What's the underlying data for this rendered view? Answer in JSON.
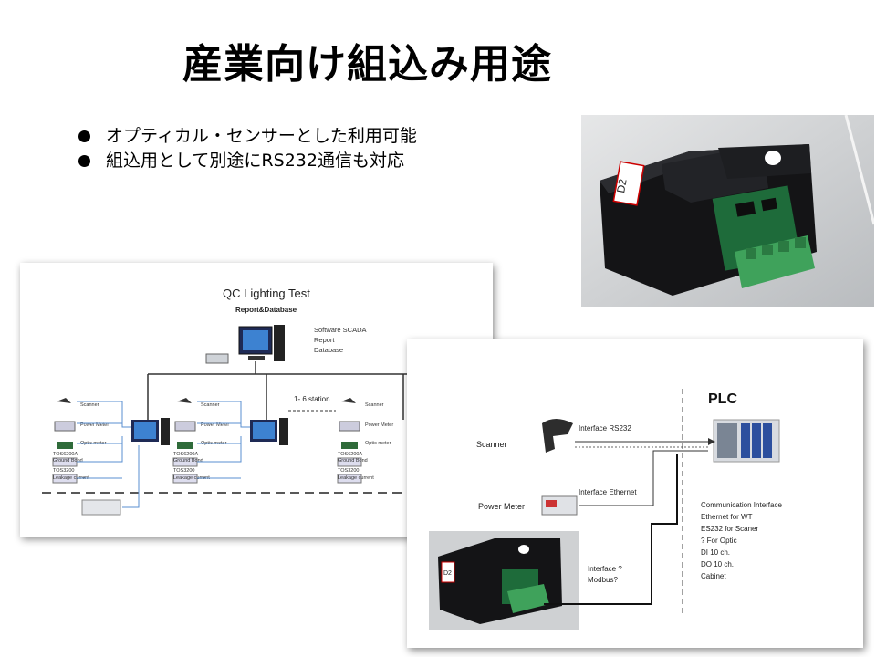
{
  "slide": {
    "title": "産業向け組込み用途",
    "bullets": [
      "オプティカル・センサーとした利用可能",
      "組込用として別途にRS232通信も対応"
    ]
  },
  "photo": {
    "sensor_label": "D2"
  },
  "left_diagram": {
    "title": "QC Lighting Test",
    "subtitle": "Report&Database",
    "server_labels": [
      "Software SCADA",
      "Report",
      "Database"
    ],
    "station_range": "1- 6 station",
    "station_items": {
      "scanner": "Scanner",
      "power_meter": "Power Meter",
      "optic": "Optic meter",
      "tos1": "TOS6200A",
      "ground": "Ground Bond",
      "tos2": "TOS3200",
      "leakage": "Leakage current"
    }
  },
  "right_diagram": {
    "plc_label": "PLC",
    "scanner_label": "Scanner",
    "interface_rs232": "Interface RS232",
    "power_meter_label": "Power Meter",
    "interface_ethernet": "Interface Ethernet",
    "interface_q": "Interface ?",
    "modbus_q": "Modbus?",
    "comm_lines": [
      "Communication Interface",
      "Ethernet  for WT",
      "ES232 for Scaner",
      "? For Optic",
      "DI 10 ch.",
      "DO 10 ch.",
      "Cabinet"
    ],
    "sensor_label": "D2"
  }
}
